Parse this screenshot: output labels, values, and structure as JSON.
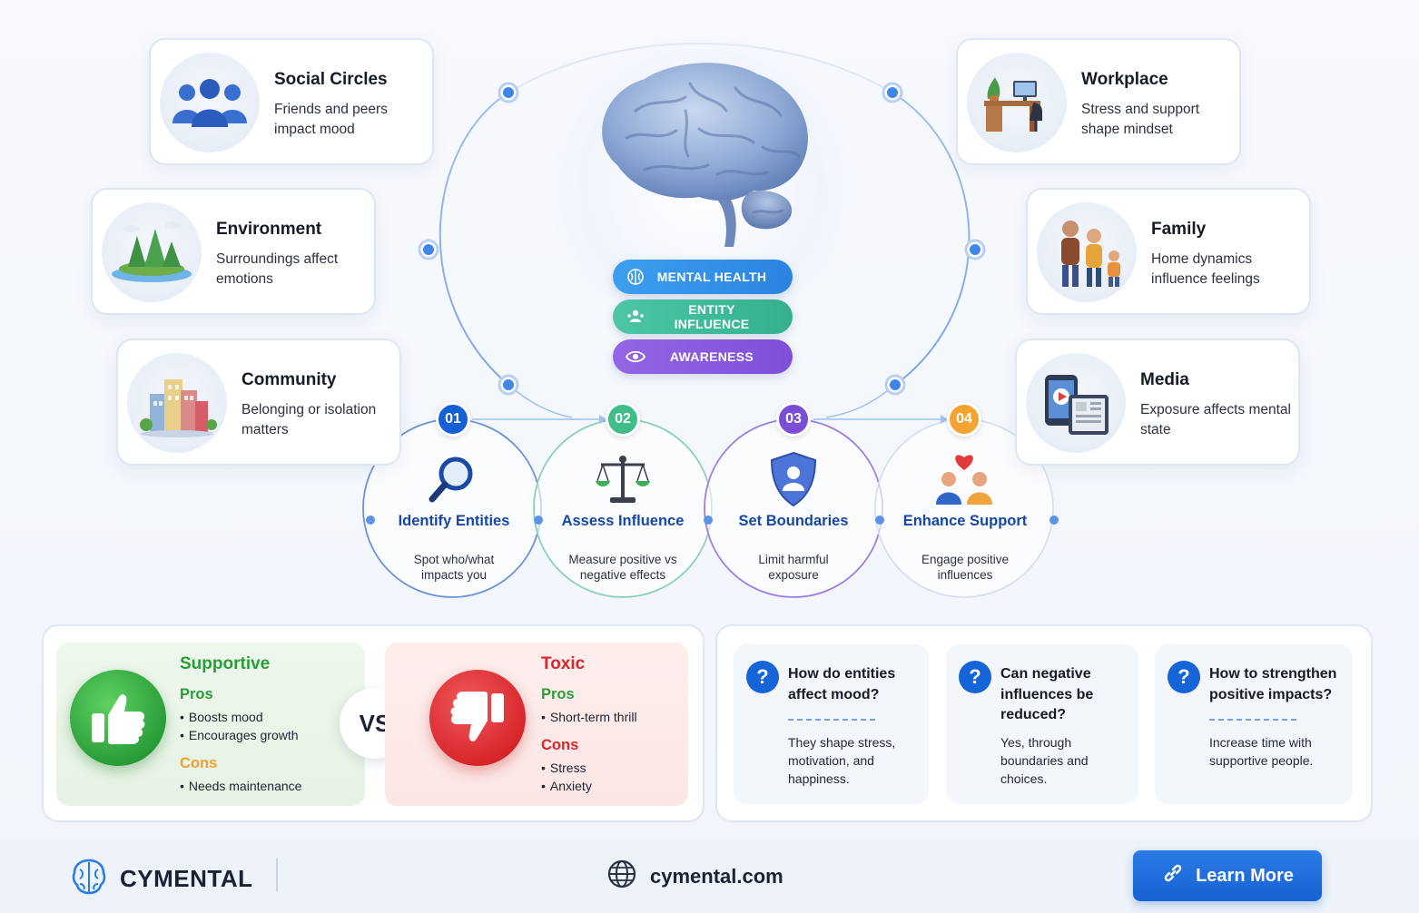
{
  "entities": [
    {
      "id": "social-circles",
      "title": "Social Circles",
      "desc": "Friends and peers impact mood",
      "icon": "people-group-icon"
    },
    {
      "id": "environment",
      "title": "Environment",
      "desc": "Surroundings affect emotions",
      "icon": "landscape-island-icon"
    },
    {
      "id": "community",
      "title": "Community",
      "desc": "Belonging or isolation matters",
      "icon": "city-buildings-icon"
    },
    {
      "id": "workplace",
      "title": "Workplace",
      "desc": "Stress and support shape mindset",
      "icon": "office-desk-icon"
    },
    {
      "id": "family",
      "title": "Family",
      "desc": "Home dynamics influence feelings",
      "icon": "family-icon"
    },
    {
      "id": "media",
      "title": "Media",
      "desc": "Exposure affects mental state",
      "icon": "devices-media-icon"
    }
  ],
  "center": {
    "icon": "brain-icon",
    "pills": [
      {
        "label": "MENTAL HEALTH",
        "icon": "brain-small-icon",
        "color": "#2f8ee6"
      },
      {
        "label": "ENTITY INFLUENCE",
        "icon": "person-network-icon",
        "color": "#3db89a"
      },
      {
        "label": "AWARENESS",
        "icon": "eye-icon",
        "color": "#8a5be0"
      }
    ]
  },
  "steps": [
    {
      "num": "01",
      "title": "Identify Entities",
      "desc": "Spot who/what impacts you",
      "color": "#1560d6",
      "icon": "magnifier-icon"
    },
    {
      "num": "02",
      "title": "Assess Influence",
      "desc": "Measure positive vs negative effects",
      "color": "#3fbe8a",
      "icon": "balance-scale-icon"
    },
    {
      "num": "03",
      "title": "Set Boundaries",
      "desc": "Limit harmful exposure",
      "color": "#7a4fd6",
      "icon": "shield-person-icon"
    },
    {
      "num": "04",
      "title": "Enhance Support",
      "desc": "Engage positive influences",
      "color": "#f4a330",
      "icon": "people-heart-icon"
    }
  ],
  "comparison": {
    "vs_label": "VS",
    "supportive": {
      "title": "Supportive",
      "pros_label": "Pros",
      "pros": [
        "Boosts mood",
        "Encourages growth"
      ],
      "cons_label": "Cons",
      "cons": [
        "Needs maintenance"
      ],
      "icon": "thumbs-up-icon",
      "color": "#2a9d3a"
    },
    "toxic": {
      "title": "Toxic",
      "pros_label": "Pros",
      "pros": [
        "Short-term thrill"
      ],
      "cons_label": "Cons",
      "cons": [
        "Stress",
        "Anxiety"
      ],
      "icon": "thumbs-down-icon",
      "color": "#d8262c"
    }
  },
  "faqs": [
    {
      "q": "How do entities affect mood?",
      "a": "They shape stress, motivation, and happiness."
    },
    {
      "q": "Can negative influences be reduced?",
      "a": "Yes, through boundaries and choices."
    },
    {
      "q": "How to strengthen positive impacts?",
      "a": "Increase time with supportive people."
    }
  ],
  "footer": {
    "brand": "CYMENTAL",
    "url": "cymental.com",
    "cta": "Learn More"
  }
}
